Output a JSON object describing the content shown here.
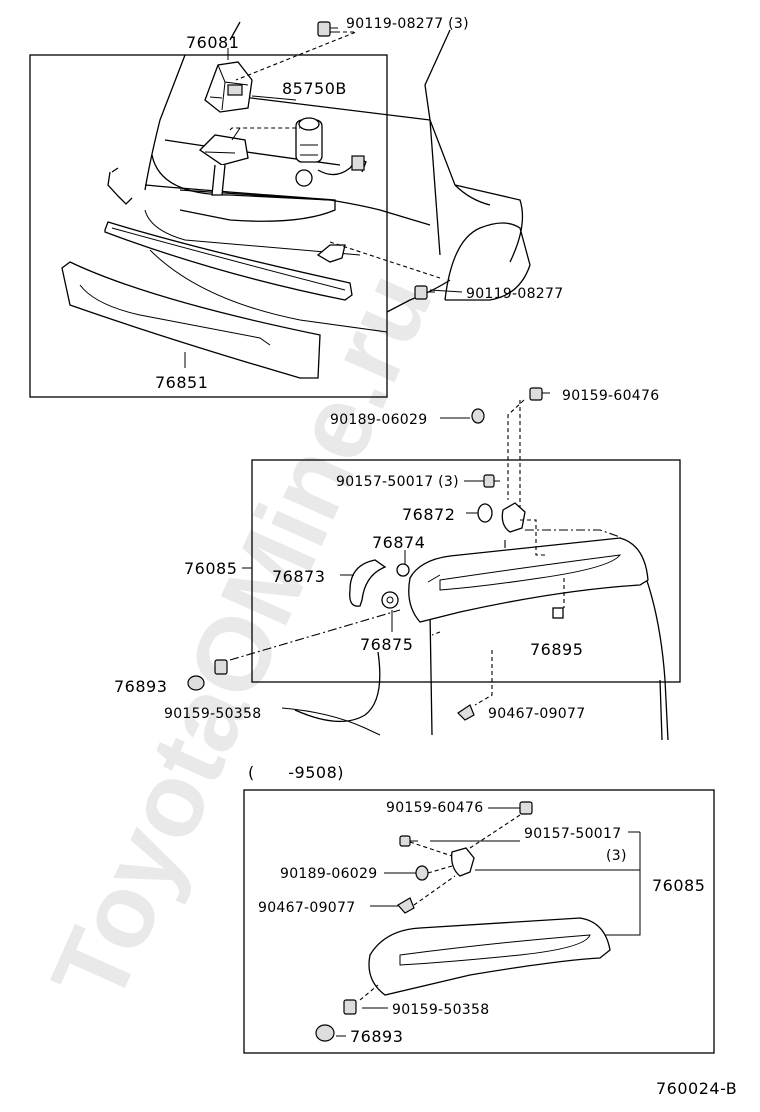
{
  "watermark": "ToyotaOMine.ru",
  "diagram_id": "760024-B",
  "upper_group": {
    "labels": {
      "p76081": "76081",
      "p90119_08277_3": "90119-08277 (3)",
      "p85750B": "85750B",
      "p90119_08277": "90119-08277",
      "p76851": "76851"
    }
  },
  "middle_group": {
    "labels": {
      "p90159_60476": "90159-60476",
      "p90189_06029": "90189-06029",
      "p90157_50017_3": "90157-50017 (3)",
      "p76872": "76872",
      "p76874": "76874",
      "p76085": "76085",
      "p76873": "76873",
      "p76875": "76875",
      "p76895": "76895",
      "p76893": "76893",
      "p90159_50358": "90159-50358",
      "p90467_09077": "90467-09077"
    }
  },
  "lower_group": {
    "header": "(      -9508)",
    "labels": {
      "p90159_60476": "90159-60476",
      "p90157_50017": "90157-50017",
      "qty_3": "(3)",
      "p90189_06029": "90189-06029",
      "p76085": "76085",
      "p90467_09077": "90467-09077",
      "p90159_50358": "90159-50358",
      "p76893": "76893"
    }
  }
}
